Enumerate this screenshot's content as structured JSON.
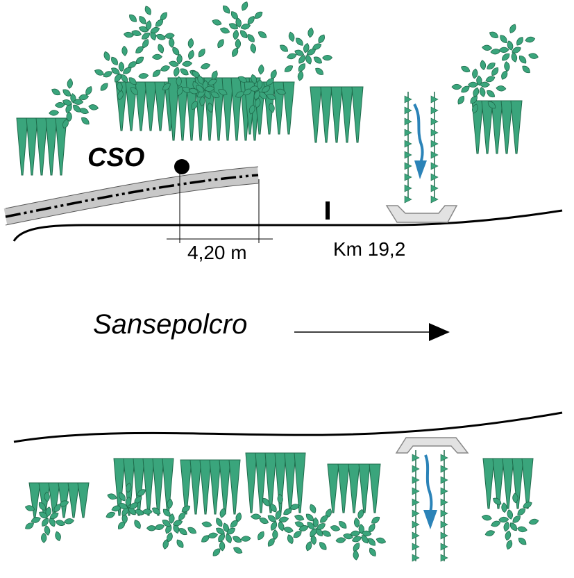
{
  "labels": {
    "overflow": "CSO",
    "distance": "4,20 m",
    "kilometer": "Km 19,2",
    "direction": "Sansepolcro"
  },
  "colors": {
    "vegetation": "#3aa57c",
    "vegetation_outline": "#1f6a4b",
    "water_arrow": "#2b83b8",
    "pipe_band": "#c8c8c8",
    "culvert": "#e2e2e2",
    "line": "#000000"
  },
  "icons": {
    "overflow_point": "filled-circle",
    "marker": "vertical-bar",
    "culvert": "trapezoid-channel",
    "stream_flow": "curved-arrow",
    "travel_direction": "arrow-right"
  }
}
